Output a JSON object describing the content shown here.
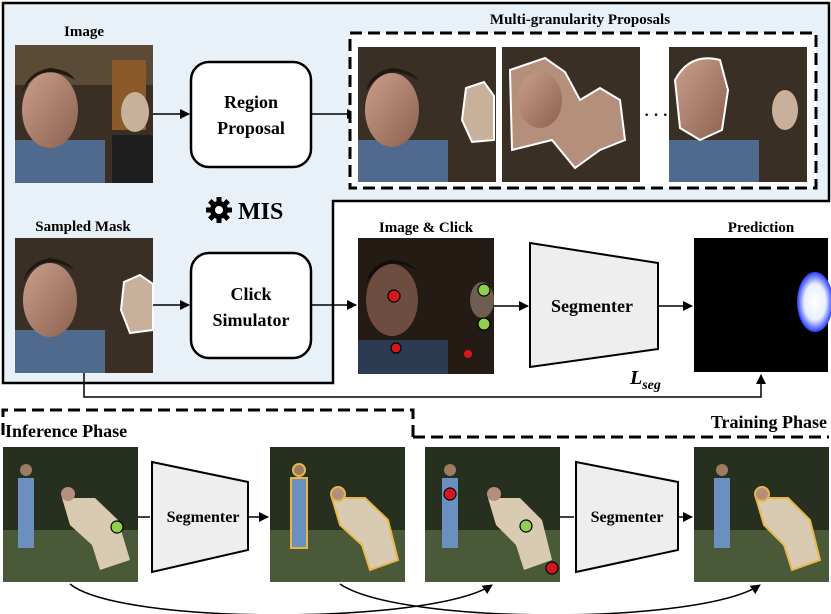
{
  "top": {
    "image_label": "Image",
    "proposals_label": "Multi-granularity Proposals",
    "region_proposal_line1": "Region",
    "region_proposal_line2": "Proposal",
    "ellipsis": "· · ·",
    "mis_label": "MIS",
    "sampled_mask_label": "Sampled Mask",
    "click_sim_line1": "Click",
    "click_sim_line2": "Simulator",
    "image_click_label": "Image & Click",
    "segmenter_label": "Segmenter",
    "prediction_label": "Prediction",
    "loss_main": "L",
    "loss_sub": "seg"
  },
  "bottom": {
    "inference_label": "Inference Phase",
    "training_label": "Training Phase",
    "segmenter_label_1": "Segmenter",
    "segmenter_label_2": "Segmenter"
  },
  "colors": {
    "panel_bg": "#e9f1f8",
    "positive_click": "#8fd14f",
    "negative_click": "#d6181e",
    "mask_outline": "#e8b64a"
  }
}
